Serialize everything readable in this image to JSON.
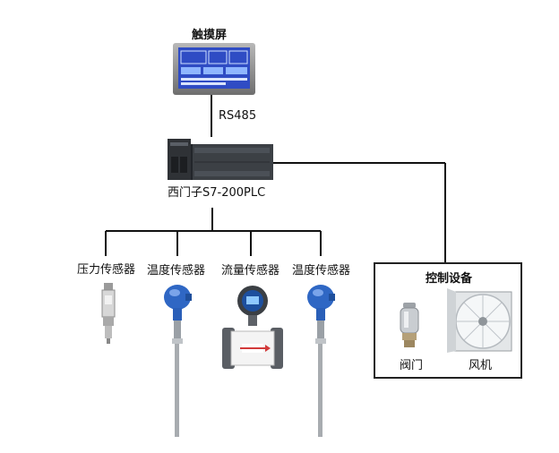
{
  "touchscreen": {
    "label": "触摸屏"
  },
  "link": {
    "label": "RS485"
  },
  "plc": {
    "label": "西门子S7-200PLC"
  },
  "sensors": [
    {
      "label": "压力传感器",
      "icon": "pressure-sensor-icon"
    },
    {
      "label": "温度传感器",
      "icon": "temperature-sensor-icon"
    },
    {
      "label": "流量传感器",
      "icon": "flow-meter-icon"
    },
    {
      "label": "温度传感器",
      "icon": "temperature-sensor-icon"
    }
  ],
  "control": {
    "title": "控制设备",
    "devices": [
      {
        "label": "阀门",
        "icon": "valve-icon"
      },
      {
        "label": "风机",
        "icon": "fan-icon"
      }
    ]
  },
  "colors": {
    "line": "#111111",
    "screen_bezel": "#8a8a8a",
    "screen_blue": "#3a56c8",
    "plc_body": "#3b3f44",
    "sensor_blue": "#2a5fb8"
  }
}
